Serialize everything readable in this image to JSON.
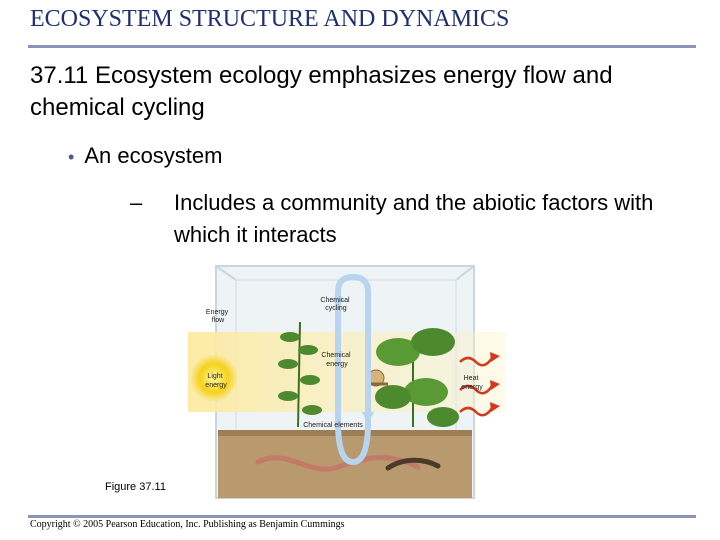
{
  "header": {
    "title": "ECOSYSTEM STRUCTURE AND DYNAMICS"
  },
  "body": {
    "subtitle": "37.11 Ecosystem ecology emphasizes energy flow and chemical cycling",
    "bullet": "An ecosystem",
    "dash_symbol": "–",
    "sub_bullet": "Includes a community and the abiotic factors with which it interacts"
  },
  "figure": {
    "label": "Figure 37.11",
    "labels": {
      "energy_flow_1": "Energy",
      "energy_flow_2": "flow",
      "chemical_cycling_1": "Chemical",
      "chemical_cycling_2": "cycling",
      "chemical_energy_1": "Chemical",
      "chemical_energy_2": "energy",
      "light_energy_1": "Light",
      "light_energy_2": "energy",
      "heat_energy_1": "Heat",
      "heat_energy_2": "energy",
      "chemical_elements": "Chemical elements"
    },
    "colors": {
      "heat_arrow": "#d23a1e",
      "light": "#f6d21a",
      "cycle": "#b9d4ee",
      "soil": "#b89a6e",
      "leaf": "#4d8a2e"
    }
  },
  "footer": {
    "copyright": "Copyright © 2005 Pearson Education, Inc. Publishing as Benjamin Cummings"
  }
}
